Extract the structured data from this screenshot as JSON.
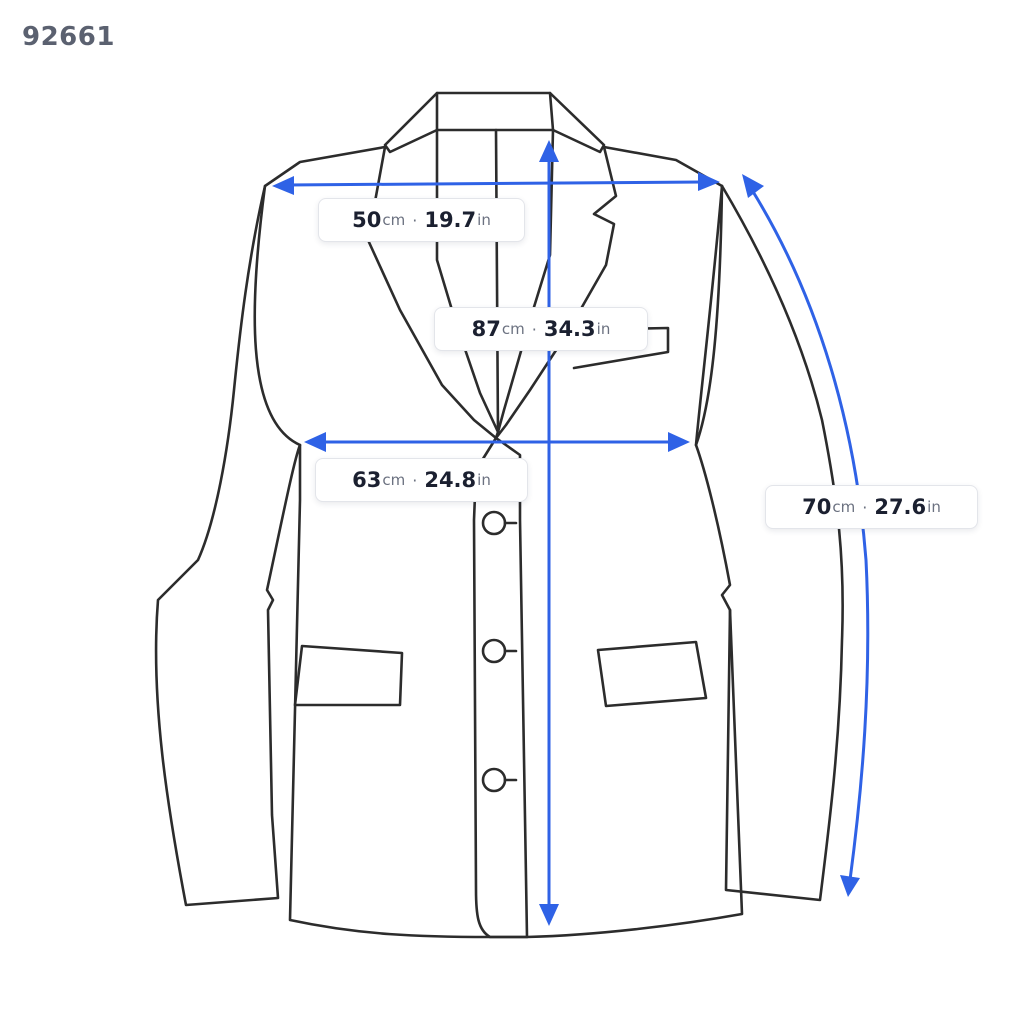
{
  "product": {
    "id": "92661"
  },
  "colors": {
    "outline": "#2c2c2c",
    "arrow": "#2f62e6"
  },
  "icons": {
    "garment": "blazer-outline-icon"
  },
  "measurements": [
    {
      "key": "shoulder",
      "cm": "50",
      "cm_unit": "cm",
      "sep": "·",
      "in": "19.7",
      "in_unit": "in"
    },
    {
      "key": "length",
      "cm": "87",
      "cm_unit": "cm",
      "sep": "·",
      "in": "34.3",
      "in_unit": "in"
    },
    {
      "key": "chest",
      "cm": "63",
      "cm_unit": "cm",
      "sep": "·",
      "in": "24.8",
      "in_unit": "in"
    },
    {
      "key": "sleeve",
      "cm": "70",
      "cm_unit": "cm",
      "sep": "·",
      "in": "27.6",
      "in_unit": "in"
    }
  ]
}
